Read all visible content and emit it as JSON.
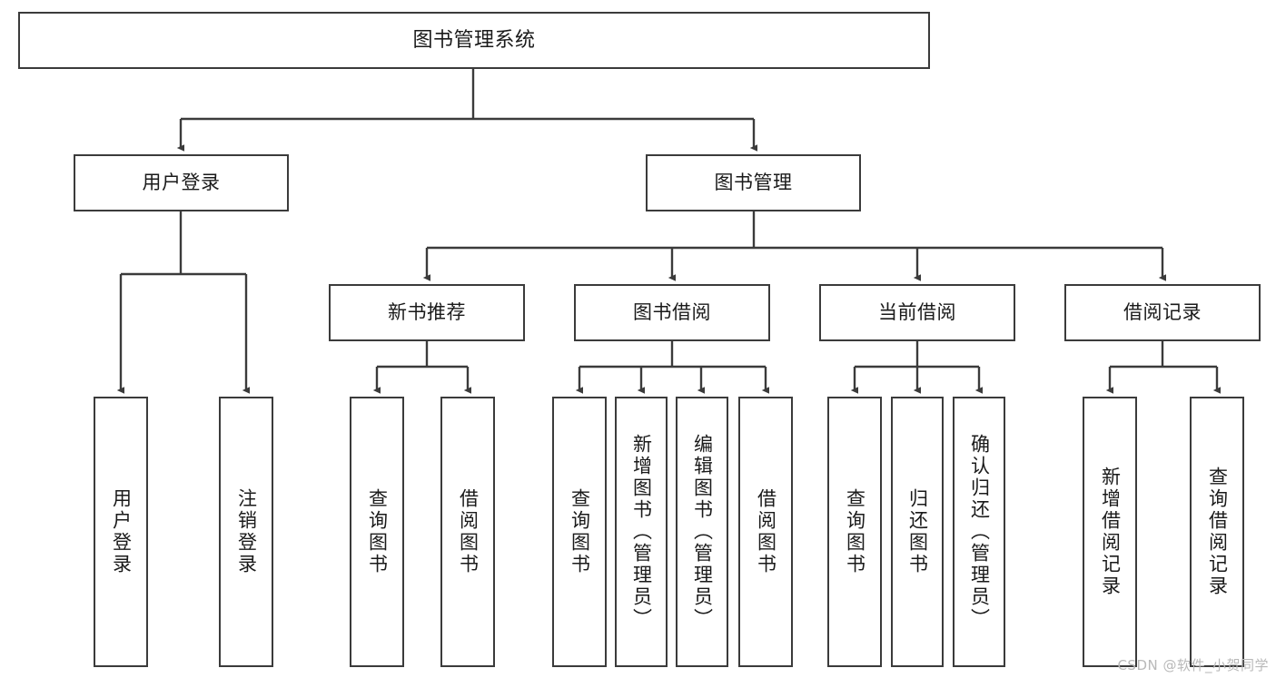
{
  "diagram": {
    "title": "图书管理系统",
    "type": "tree-hierarchy-chart",
    "stroke_color": "#3b3b3b",
    "fill_color": "#ffffff",
    "text_color": "#1a1a1a"
  },
  "nodes": {
    "root": {
      "label": "图书管理系统"
    },
    "level2": [
      {
        "label": "用户登录"
      },
      {
        "label": "图书管理"
      }
    ],
    "level3": [
      {
        "label": "新书推荐"
      },
      {
        "label": "图书借阅"
      },
      {
        "label": "当前借阅"
      },
      {
        "label": "借阅记录"
      }
    ],
    "leaves_user_login": [
      {
        "label": "用户登录"
      },
      {
        "label": "注销登录"
      }
    ],
    "leaves_new_book": [
      {
        "label": "查询图书"
      },
      {
        "label": "借阅图书"
      }
    ],
    "leaves_borrow": [
      {
        "label": "查询图书"
      },
      {
        "label": "新增图书（管理员）"
      },
      {
        "label": "编辑图书（管理员）"
      },
      {
        "label": "借阅图书"
      }
    ],
    "leaves_current": [
      {
        "label": "查询图书"
      },
      {
        "label": "归还图书"
      },
      {
        "label": "确认归还（管理员）"
      }
    ],
    "leaves_records": [
      {
        "label": "新增借阅记录"
      },
      {
        "label": "查询借阅记录"
      }
    ]
  },
  "watermark": {
    "text": "CSDN @软件_小贺同学"
  }
}
